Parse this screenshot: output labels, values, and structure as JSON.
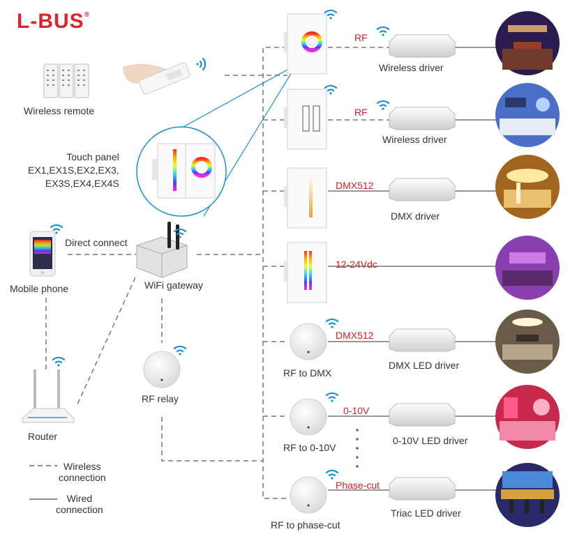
{
  "brand": {
    "name": "L-BUS",
    "mark": "®"
  },
  "devices": {
    "wireless_remote": "Wireless remote",
    "touch_panel": "Touch panel\nEX1,EX1S,EX2,EX3,\nEX3S,EX4,EX4S",
    "mobile_phone": "Mobile phone",
    "direct_connect": "Direct connect",
    "wifi_gateway": "WiFi gateway",
    "rf_relay": "RF relay",
    "router": "Router"
  },
  "rows": [
    {
      "signal": "RF",
      "driver": "Wireless driver",
      "photo": "home-theater"
    },
    {
      "signal": "RF",
      "driver": "Wireless driver",
      "photo": "lounge"
    },
    {
      "signal": "DMX512",
      "driver": "DMX driver",
      "photo": "hotel-lobby"
    },
    {
      "signal": "12-24Vdc",
      "driver": "",
      "photo": "purple-bedroom"
    },
    {
      "signal": "DMX512",
      "driver": "DMX LED driver",
      "photo": "living-room",
      "converter": "RF to DMX"
    },
    {
      "signal": "0-10V",
      "driver": "0-10V LED driver",
      "photo": "pink-spa",
      "converter": "RF to 0-10V"
    },
    {
      "signal": "Phase-cut",
      "driver": "Triac LED driver",
      "photo": "bar",
      "converter": "RF to phase-cut"
    }
  ],
  "legend": {
    "wireless": "Wireless\nconnection",
    "wired": "Wired\nconnection"
  },
  "colors": {
    "brand": "#e0232b",
    "signal": "#d11f26",
    "wifi": "#1a8fd6",
    "line": "#666666"
  }
}
